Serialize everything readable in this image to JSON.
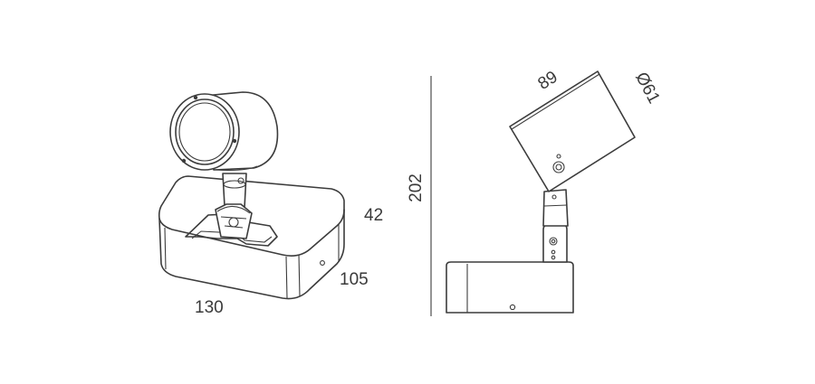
{
  "drawing": {
    "perspective_view": {
      "width_label": "130",
      "depth_label": "105",
      "base_height_label": "42"
    },
    "side_view": {
      "total_height_label": "202",
      "head_length_label": "89",
      "head_diameter_label": "Ø61"
    }
  }
}
